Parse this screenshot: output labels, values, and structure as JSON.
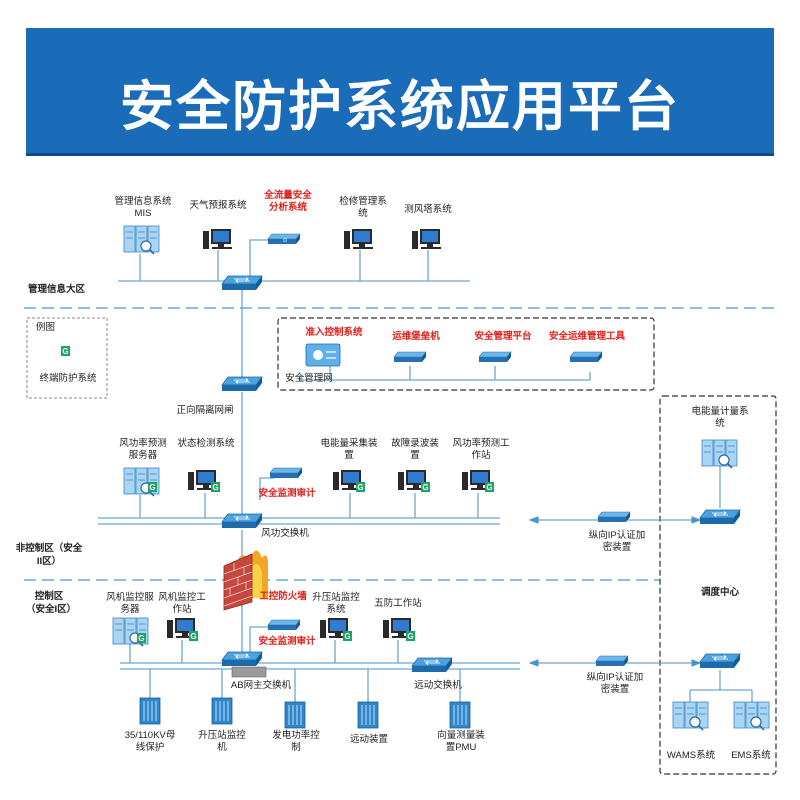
{
  "title": "安全防护系统应用平台",
  "zones": {
    "mgmt": "管理信息大区",
    "noncontrol": "非控制区（安全II区）",
    "control": "控制区（安全I区）",
    "dispatch": "调度中心"
  },
  "legend": {
    "title": "例图",
    "badge": "G",
    "label": "终端防护系统"
  },
  "mgmt_devices": {
    "mis": "管理信息系统MIS",
    "weather": "天气预报系统",
    "traffic": "全流量安全分析系统",
    "maintenance": "检修管理系统",
    "tower": "测风塔系统"
  },
  "secmgmt": {
    "net": "安全管理网",
    "access": "准入控制系统",
    "bastion": "运维堡垒机",
    "platform": "安全管理平台",
    "tool": "安全运维管理工具"
  },
  "isolation": "正向隔离网闸",
  "noncontrol_devices": {
    "forecast_server": "风功率预测服务器",
    "status": "状态检测系统",
    "energy": "电能量采集装置",
    "fault": "故障录波装置",
    "forecast_ws": "风功率预测工作站",
    "audit": "安全监测审计",
    "switch": "风功交换机"
  },
  "firewall": "工控防火墙",
  "control_devices": {
    "wind_server": "风机监控服务器",
    "wind_ws": "风机监控工作站",
    "booster": "升压站监控系统",
    "fiveproof": "五防工作站",
    "audit": "安全监测审计",
    "ab_switch": "AB网主交换机",
    "motion_switch": "远动交换机"
  },
  "bottom_devices": {
    "busbar": "35/110KV母线保护",
    "booster_monitor": "升压站监控机",
    "power_ctrl": "发电功率控制",
    "motion": "远动装置",
    "pmu": "向量测量装置PMU"
  },
  "crypto1": "纵向IP认证加密装置",
  "crypto2": "纵向IP认证加密装置",
  "dispatch_devices": {
    "meter": "电能量计量系统",
    "wams": "WAMS系统",
    "ems": "EMS系统"
  },
  "colors": {
    "banner": "#1a6bb8",
    "line": "#4a90c9",
    "red": "#e0201b",
    "green": "#1aa565"
  }
}
